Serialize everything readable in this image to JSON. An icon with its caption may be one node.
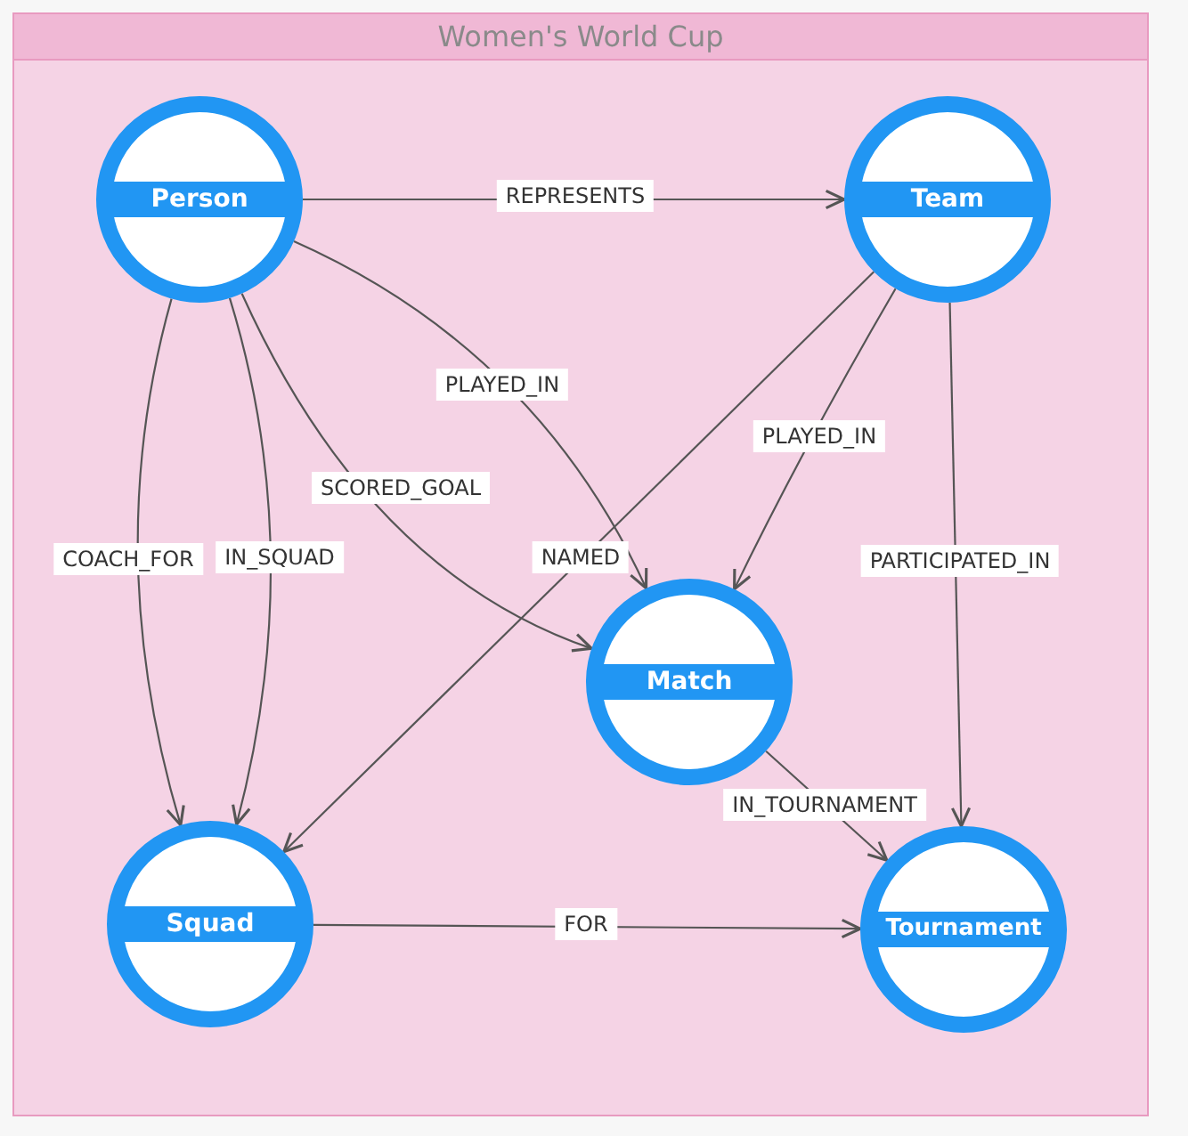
{
  "diagram": {
    "nodes": [
      {
        "text": [
          "Women's World Cup"
        ]
      },
      {
        "text": [
          "Person"
        ],
        "in": 0
      },
      {
        "text": [
          "Team"
        ],
        "in": 0
      },
      {
        "text": [
          "Match"
        ],
        "in": 0
      },
      {
        "text": [
          "Squad"
        ],
        "in": 0
      },
      {
        "text": [
          "Tournament"
        ],
        "in": 0
      }
    ],
    "edges": [
      {
        "from": 1,
        "to": 2,
        "arrow": "to",
        "label": "REPRESENTS"
      },
      {
        "from": 1,
        "to": 3,
        "arrow": "to",
        "label": "PLAYED_IN"
      },
      {
        "from": 1,
        "to": 3,
        "arrow": "to",
        "label": "SCORED_GOAL"
      },
      {
        "from": 1,
        "to": 4,
        "arrow": "to",
        "label": "COACH_FOR"
      },
      {
        "from": 1,
        "to": 4,
        "arrow": "to",
        "label": "IN_SQUAD"
      },
      {
        "from": 2,
        "to": 4,
        "arrow": "to",
        "label": "NAMED"
      },
      {
        "from": 2,
        "to": 3,
        "arrow": "to",
        "label": "PLAYED_IN"
      },
      {
        "from": 2,
        "to": 5,
        "arrow": "to",
        "label": "PARTICIPATED_IN"
      },
      {
        "from": 3,
        "to": 5,
        "arrow": "to",
        "label": "IN_TOURNAMENT"
      },
      {
        "from": 4,
        "to": 5,
        "arrow": "to",
        "label": "FOR"
      }
    ]
  }
}
